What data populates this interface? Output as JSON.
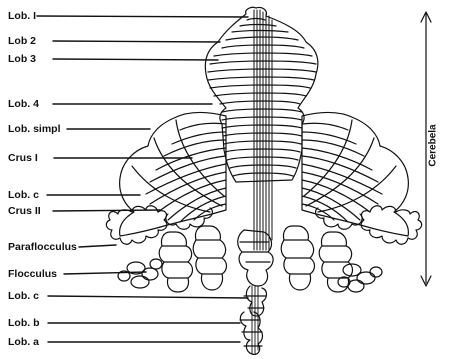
{
  "diagram": {
    "labels": [
      "Lob. I",
      "Lob 2",
      "Lob 3",
      "Lob. 4",
      "Lob. simpl",
      "Crus I",
      "Lob. c",
      "Crus II",
      "Paraflocculus",
      "Flocculus",
      "Lob. c",
      "Lob. b",
      "Lob. a"
    ],
    "side_label": "Cerebela",
    "stroke_color": "#111111",
    "background": "#ffffff"
  }
}
